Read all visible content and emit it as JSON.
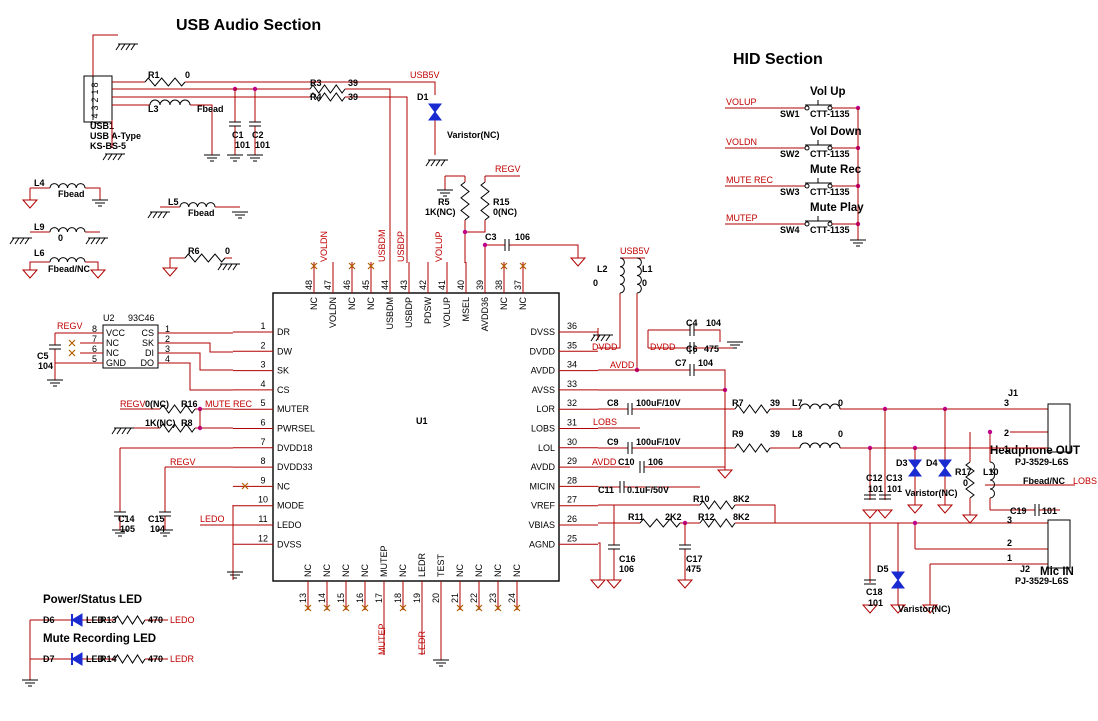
{
  "headings": {
    "usb_audio": "USB Audio Section",
    "hid": "HID Section",
    "led": "Power/Status LED",
    "mute_led": "Mute Recording LED",
    "headphone": "Headphone OUT",
    "mic": "Mic IN"
  },
  "u1": {
    "ref": "U1",
    "left_pins": [
      {
        "num": "1",
        "name": "DR"
      },
      {
        "num": "2",
        "name": "DW"
      },
      {
        "num": "3",
        "name": "SK"
      },
      {
        "num": "4",
        "name": "CS"
      },
      {
        "num": "5",
        "name": "MUTER"
      },
      {
        "num": "6",
        "name": "PWRSEL"
      },
      {
        "num": "7",
        "name": "DVDD18"
      },
      {
        "num": "8",
        "name": "DVDD33"
      },
      {
        "num": "9",
        "name": "NC"
      },
      {
        "num": "10",
        "name": "MODE"
      },
      {
        "num": "11",
        "name": "LEDO"
      },
      {
        "num": "12",
        "name": "DVSS"
      }
    ],
    "right_pins": [
      {
        "num": "36",
        "name": "DVSS"
      },
      {
        "num": "35",
        "name": "DVDD"
      },
      {
        "num": "34",
        "name": "AVDD"
      },
      {
        "num": "33",
        "name": "AVSS"
      },
      {
        "num": "32",
        "name": "LOR"
      },
      {
        "num": "31",
        "name": "LOBS"
      },
      {
        "num": "30",
        "name": "LOL"
      },
      {
        "num": "29",
        "name": "AVDD"
      },
      {
        "num": "28",
        "name": "MICIN"
      },
      {
        "num": "27",
        "name": "VREF"
      },
      {
        "num": "26",
        "name": "VBIAS"
      },
      {
        "num": "25",
        "name": "AGND"
      }
    ],
    "top_pins": [
      {
        "num": "48",
        "name": "NC"
      },
      {
        "num": "47",
        "name": "VOLDN"
      },
      {
        "num": "46",
        "name": "NC"
      },
      {
        "num": "45",
        "name": "NC"
      },
      {
        "num": "44",
        "name": "USBDM"
      },
      {
        "num": "43",
        "name": "USBDP"
      },
      {
        "num": "42",
        "name": "PDSW"
      },
      {
        "num": "41",
        "name": "VOLUP"
      },
      {
        "num": "40",
        "name": "MSEL"
      },
      {
        "num": "39",
        "name": "AVDD36"
      },
      {
        "num": "38",
        "name": "NC"
      },
      {
        "num": "37",
        "name": "NC"
      }
    ],
    "bottom_pins": [
      {
        "num": "13",
        "name": "NC"
      },
      {
        "num": "14",
        "name": "NC"
      },
      {
        "num": "15",
        "name": "NC"
      },
      {
        "num": "16",
        "name": "NC"
      },
      {
        "num": "17",
        "name": "MUTEP"
      },
      {
        "num": "18",
        "name": "NC"
      },
      {
        "num": "19",
        "name": "LEDR"
      },
      {
        "num": "20",
        "name": "TEST"
      },
      {
        "num": "21",
        "name": "NC"
      },
      {
        "num": "22",
        "name": "NC"
      },
      {
        "num": "23",
        "name": "NC"
      },
      {
        "num": "24",
        "name": "NC"
      }
    ]
  },
  "u2": {
    "ref": "U2",
    "part": "93C46",
    "left": [
      {
        "num": "8",
        "name": "VCC"
      },
      {
        "num": "7",
        "name": "NC"
      },
      {
        "num": "6",
        "name": "NC"
      },
      {
        "num": "5",
        "name": "GND"
      }
    ],
    "right": [
      {
        "num": "1",
        "name": "CS"
      },
      {
        "num": "2",
        "name": "SK"
      },
      {
        "num": "3",
        "name": "DI"
      },
      {
        "num": "4",
        "name": "DO"
      }
    ]
  },
  "usb": {
    "ref": "USB1",
    "type": "USB A-Type",
    "part": "KS-BS-5",
    "pins": [
      "8",
      "1",
      "2",
      "3",
      "4",
      "7"
    ]
  },
  "nets": {
    "usb5v": "USB5V",
    "usbdm": "USBDM",
    "usbdp": "USBDP",
    "regv": "REGV",
    "voldn": "VOLDN",
    "volup": "VOLUP",
    "dvdd": "DVDD",
    "avdd": "AVDD",
    "lobs": "LOBS",
    "mute_rec": "MUTE REC",
    "ledo": "LEDO",
    "ledr": "LEDR",
    "mutep": "MUTEP",
    "volup_hid": "VOLUP",
    "voldn_hid": "VOLDN",
    "mute_rec_hid": "MUTE REC",
    "mutep_hid": "MUTEP"
  },
  "hid": {
    "labels": [
      "Vol Up",
      "Vol Down",
      "Mute Rec",
      "Mute Play"
    ],
    "switches": [
      "SW1",
      "SW2",
      "SW3",
      "SW4"
    ],
    "part": "CTT-1135"
  },
  "components": {
    "r1": "R1",
    "r1v": "0",
    "r3": "R3",
    "r3v": "39",
    "r4": "R4",
    "r4v": "39",
    "l3": "L3",
    "l3v": "Fbead",
    "d1": "D1",
    "d1v": "Varistor(NC)",
    "c1": "C1",
    "c1v": "101",
    "c2": "C2",
    "c2v": "101",
    "l4": "L4",
    "l4v": "Fbead",
    "l9": "L9",
    "l9v": "0",
    "l6": "L6",
    "l6v": "Fbead/NC",
    "l5": "L5",
    "l5v": "Fbead",
    "r6": "R6",
    "r6v": "0",
    "r5": "R5",
    "r5v": "1K(NC)",
    "r15": "R15",
    "r15v": "0(NC)",
    "c3": "C3",
    "c3v": "106",
    "l2": "L2",
    "l2v": "0",
    "l1": "L1",
    "l1v": "0",
    "c4": "C4",
    "c4v": "104",
    "c6": "C6",
    "c6v": "475",
    "c7": "C7",
    "c7v": "104",
    "c8": "C8",
    "c8v": "100uF/10V",
    "c9": "C9",
    "c9v": "100uF/10V",
    "c10": "C10",
    "c10v": "106",
    "c11": "C11",
    "c11v": "0.1uF/50V",
    "r7": "R7",
    "r7v": "39",
    "r9": "R9",
    "r9v": "39",
    "l7": "L7",
    "l7v": "0",
    "l8": "L8",
    "l8v": "0",
    "r10": "R10",
    "r10v": "8K2",
    "r11": "R11",
    "r11v": "2K2",
    "r12": "R12",
    "r12v": "8K2",
    "c16": "C16",
    "c16v": "106",
    "c17": "C17",
    "c17v": "475",
    "c12": "C12",
    "c12v": "101",
    "c13": "C13",
    "c13v": "101",
    "d3": "D3",
    "d4": "D4",
    "d4v": "Varistor(NC)",
    "r17": "R17",
    "l10": "L10",
    "l10v": "0",
    "fbeadnc": "Fbead/NC",
    "c19": "C19",
    "c19v": "101",
    "c18": "C18",
    "c18v": "101",
    "d5": "D5",
    "d5v": "Varistor(NC)",
    "j1": "J1",
    "j2": "J2",
    "jpart": "PJ-3529-L6S",
    "c5": "C5",
    "c5v": "104",
    "c14": "C14",
    "c14v": "105",
    "c15": "C15",
    "c15v": "104",
    "r16": "R16",
    "r16v": "0(NC)",
    "r8": "R8",
    "r8v": "1K(NC)",
    "d6": "D6",
    "d7": "D7",
    "led": "LED",
    "r13": "R13",
    "r14": "R14",
    "r13v": "470",
    "r14v": "470"
  }
}
